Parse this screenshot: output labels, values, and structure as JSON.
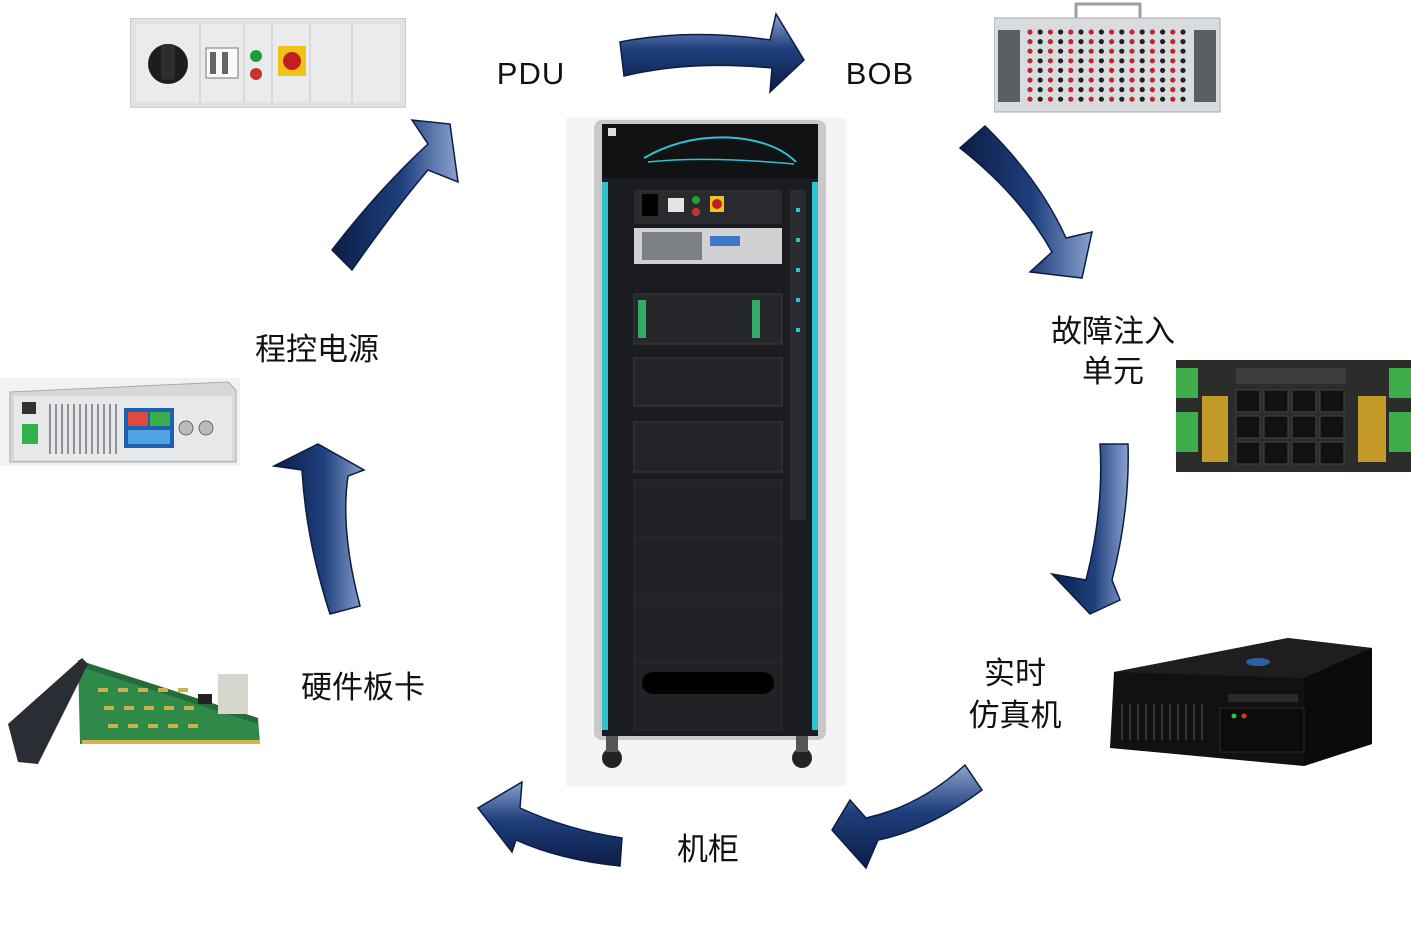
{
  "diagram": {
    "nodes": {
      "pdu": "PDU",
      "bob": "BOB",
      "fault_injection": [
        "故障注入",
        "单元"
      ],
      "realtime_sim": [
        "实时",
        "仿真机"
      ],
      "cabinet": "机柜",
      "hw_card": "硬件板卡",
      "power_supply": "程控电源"
    },
    "colors": {
      "arrow_dark": "#0d2350",
      "arrow_mid": "#1c3c7a",
      "arrow_light": "#7f97c6",
      "rack_body": "#1b1c1f",
      "rack_accent": "#2fc3d2"
    }
  }
}
